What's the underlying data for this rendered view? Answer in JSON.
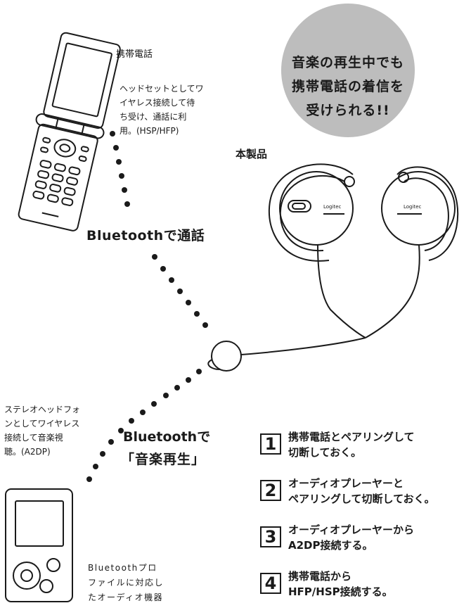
{
  "bubble": {
    "line1": "音楽の再生中でも",
    "line2": "携帯電話の着信を",
    "line3": "受けられる!!"
  },
  "product": {
    "label": "本製品",
    "brand_text": "Logitec"
  },
  "phone": {
    "label": "携帯電話",
    "desc": [
      "ヘッドセットとしてワ",
      "イヤレス接続して待",
      "ち受け、通話に利",
      "用。(HSP/HFP)"
    ]
  },
  "bluetooth_call": "Bluetoothで通話",
  "stereo": {
    "desc": [
      "ステレオヘッドフォ",
      "ンとしてワイヤレス",
      "接続して音楽視",
      "聴。(A2DP)"
    ]
  },
  "bluetooth_music": {
    "line1": "Bluetoothで",
    "line2": "「音楽再生」"
  },
  "audio_player": {
    "desc": [
      "Bluetoothプロ",
      "ファイルに対応し",
      "たオーディオ機器"
    ]
  },
  "steps": [
    {
      "num": "1",
      "lines": [
        "携帯電話とペアリングして",
        "切断しておく。"
      ]
    },
    {
      "num": "2",
      "lines": [
        "オーディオプレーヤーと",
        "ペアリングして切断しておく。"
      ]
    },
    {
      "num": "3",
      "lines": [
        "オーディオプレーヤーから",
        "A2DP接続する。"
      ]
    },
    {
      "num": "4",
      "lines": [
        "携帯電話から",
        "HFP/HSP接続する。"
      ]
    }
  ],
  "colors": {
    "bubble_fill": "#bdbdbd",
    "ink": "#1a1a1a"
  }
}
